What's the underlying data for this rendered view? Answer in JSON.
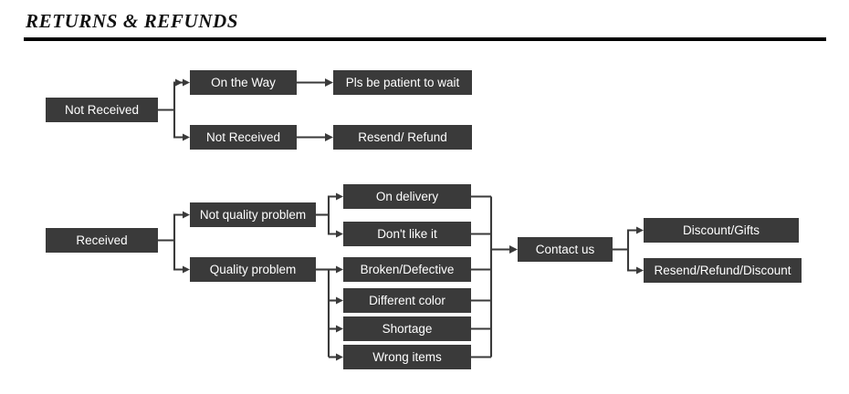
{
  "header": {
    "title": "RETURNS & REFUNDS"
  },
  "colors": {
    "node_fill": "#3a3a3a",
    "node_text": "#ffffff",
    "connector": "#3a3a3a",
    "rule": "#000000",
    "background": "#ffffff"
  },
  "diagram": {
    "type": "flowchart",
    "orientation": "left-to-right",
    "sections": [
      {
        "id": "not-received-branch",
        "root": "Not Received",
        "paths": [
          {
            "status": "On the Way",
            "resolution": "Pls be patient to wait"
          },
          {
            "status": "Not Received",
            "resolution": "Resend/ Refund"
          }
        ]
      },
      {
        "id": "received-branch",
        "root": "Received",
        "categories": [
          {
            "label": "Not quality problem",
            "reasons": [
              "On delivery",
              "Don't like it"
            ]
          },
          {
            "label": "Quality problem",
            "reasons": [
              "Broken/Defective",
              "Different color",
              "Shortage",
              "Wrong items"
            ]
          }
        ],
        "merge": "Contact us",
        "outcomes": [
          "Discount/Gifts",
          "Resend/Refund/Discount"
        ]
      }
    ]
  },
  "nodes": {
    "not_received_root": "Not Received",
    "on_the_way": "On the Way",
    "not_received_child": "Not Received",
    "pls_be_patient": "Pls be patient to wait",
    "resend_refund": "Resend/ Refund",
    "received_root": "Received",
    "not_quality_problem": "Not quality problem",
    "quality_problem": "Quality problem",
    "on_delivery": "On delivery",
    "dont_like_it": "Don't like it",
    "broken_defective": "Broken/Defective",
    "different_color": "Different color",
    "shortage": "Shortage",
    "wrong_items": "Wrong items",
    "contact_us": "Contact us",
    "discount_gifts": "Discount/Gifts",
    "resend_refund_discount": "Resend/Refund/Discount"
  }
}
